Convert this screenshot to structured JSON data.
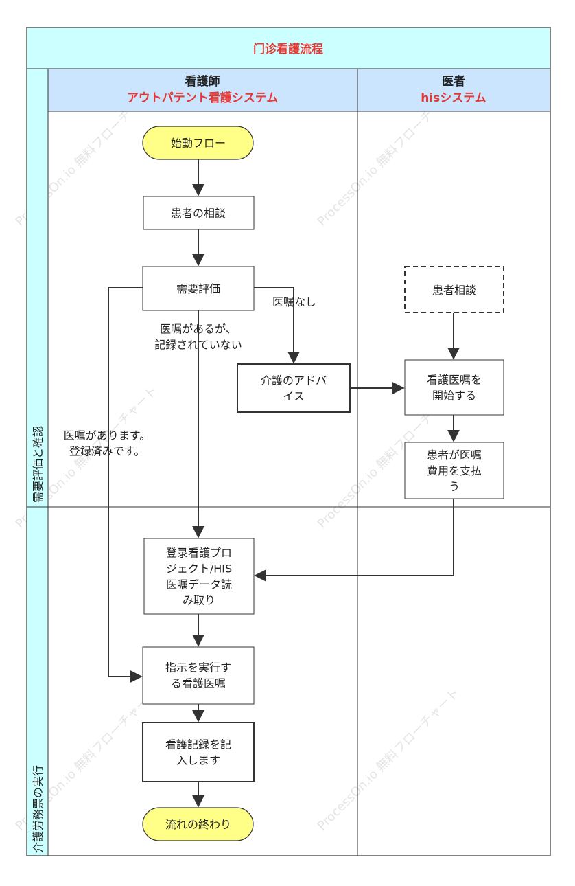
{
  "title": "门诊看護流程",
  "colors": {
    "title_bg": "#ccffff",
    "header_bg": "#cce5ff",
    "lane_bg": "#ccffff",
    "terminator_fill": "#ffff88",
    "accent_red": "#e53935",
    "line": "#333333"
  },
  "columns": [
    {
      "role": "看護師",
      "system": "アウトパテント看護システム"
    },
    {
      "role": "医者",
      "system": "hisシステム"
    }
  ],
  "lanes": [
    "需要評価と確認",
    "介護労務票の実行"
  ],
  "nodes": {
    "start": [
      "始動フロー"
    ],
    "consult": [
      "患者の相談"
    ],
    "assess": [
      "需要評価"
    ],
    "advice": [
      "介護のアドバ",
      "イス"
    ],
    "patient_consult": [
      "患者相談"
    ],
    "start_order": [
      "看護医嘱を",
      "開始する"
    ],
    "pay": [
      "患者が医嘱",
      "費用を支払",
      "う"
    ],
    "register": [
      "登录看護プロ",
      "ジェクト/HIS",
      "医嘱データ読",
      "み取り"
    ],
    "execute": [
      "指示を実行す",
      "る看護医嘱"
    ],
    "record": [
      "看護記録を記",
      "入します"
    ],
    "end": [
      "流れの終わり"
    ]
  },
  "edge_labels": {
    "no_order": [
      "医嘱なし"
    ],
    "unrecorded": [
      "医嘱があるが、",
      "記録されていない"
    ],
    "registered": [
      "医嘱があります。",
      "登録済みです。"
    ]
  },
  "watermark": "ProcessOn.io 無料フローチャート"
}
